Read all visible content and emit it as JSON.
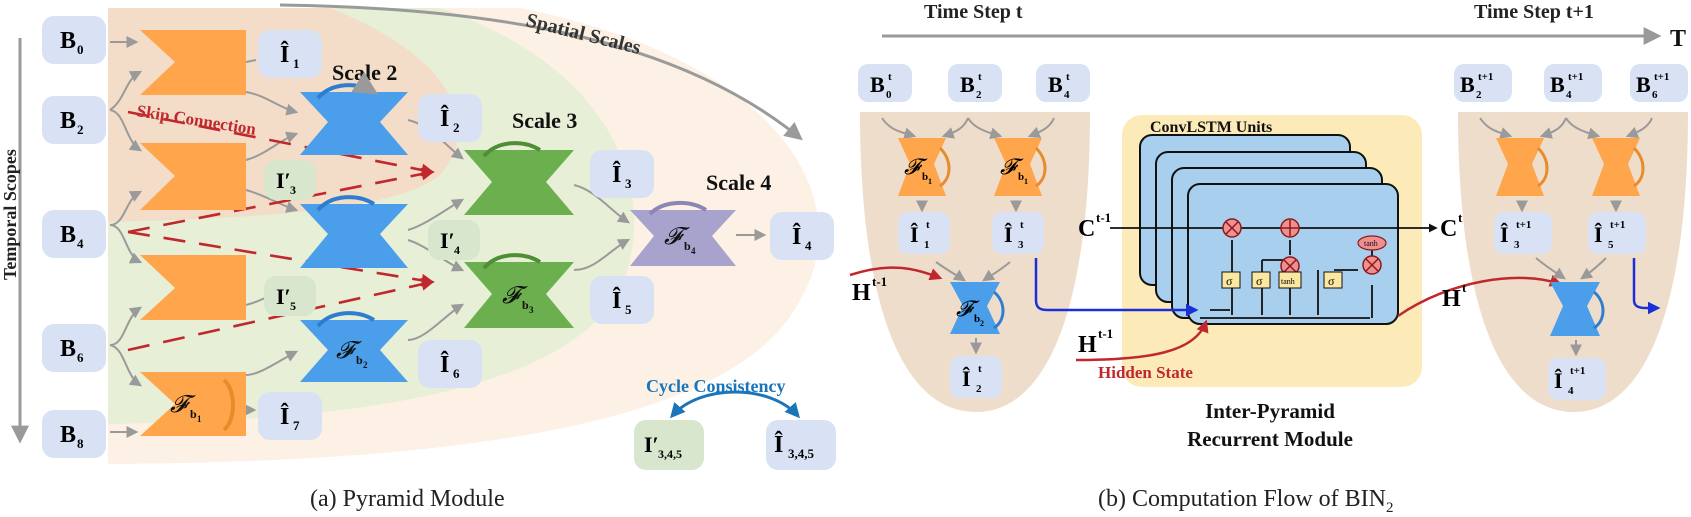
{
  "panel_a": {
    "caption": "(a) Pyramid Module",
    "axis_spatial": "Spatial Scales",
    "axis_temporal": "Temporal Scopes",
    "skip_connection": "Skip Connection",
    "scales": [
      "Scale 2",
      "Scale 3",
      "Scale 4"
    ],
    "inputs": [
      "B",
      "B",
      "B",
      "B",
      "B"
    ],
    "input_subs": [
      "0",
      "2",
      "4",
      "6",
      "8"
    ],
    "outputs": [
      "Î",
      "Î",
      "Î",
      "Î",
      "Î",
      "Î",
      "Î",
      "Î"
    ],
    "output_subs": [
      "1",
      "2",
      "3",
      "4",
      "5",
      "6",
      "7",
      "3,4,5"
    ],
    "intermediates": [
      "I′",
      "I′",
      "I′",
      "I′"
    ],
    "intermediate_subs": [
      "3",
      "4",
      "5",
      "3,4,5"
    ],
    "blocks": [
      "𝓕",
      "𝓕",
      "𝓕",
      "𝓕"
    ],
    "block_subs": [
      "b",
      "b",
      "b",
      "b"
    ],
    "block_subsubs": [
      "1",
      "2",
      "3",
      "4"
    ],
    "cycle_consistency": "Cycle Consistency"
  },
  "panel_b": {
    "caption_prefix": "(b) Computation Flow of BIN",
    "caption_sub": "2",
    "time_step_t": "Time Step t",
    "time_step_t1": "Time Step t+1",
    "time_axis": "T",
    "convlstm": "ConvLSTM Units",
    "module_title_1": "Inter-Pyramid",
    "module_title_2": "Recurrent Module",
    "hidden_state": "Hidden State",
    "c_prev": "C",
    "c_prev_sup": "t-1",
    "c_next": "C",
    "c_next_sup": "t",
    "h_prev": "H",
    "h_prev_sup": "t-1",
    "h_prev2": "H",
    "h_prev2_sup": "t-1",
    "h_next": "H",
    "h_next_sup": "t",
    "inputs_t": [
      "B",
      "B",
      "B"
    ],
    "inputs_t_subs": [
      "0",
      "2",
      "4"
    ],
    "inputs_t_sup": "t",
    "inputs_t1": [
      "B",
      "B",
      "B"
    ],
    "inputs_t1_subs": [
      "2",
      "4",
      "6"
    ],
    "inputs_t1_sup": "t+1",
    "outputs_t": [
      "Î",
      "Î",
      "Î"
    ],
    "outputs_t_subs": [
      "1",
      "3",
      "2"
    ],
    "outputs_t_sup": "t",
    "outputs_t1": [
      "Î",
      "Î",
      "Î"
    ],
    "outputs_t1_subs": [
      "3",
      "5",
      "4"
    ],
    "outputs_t1_sup": "t+1",
    "blocks": [
      "𝓕",
      "𝓕",
      "𝓕"
    ],
    "block_subs": [
      "b",
      "b",
      "b"
    ],
    "block_subsubs": [
      "1",
      "1",
      "2"
    ],
    "gates": [
      "σ",
      "σ",
      "tanh",
      "σ",
      "tanh"
    ]
  },
  "colors": {
    "orange": "#FFA64D",
    "blue": "#4A9EEA",
    "green": "#6BAF4E",
    "purple": "#A7A3CC",
    "node_bg": "#D8E2F4",
    "inter_bg": "#D8E6CE",
    "red": "#C0282E",
    "cycle_blue": "#1B75BB",
    "lstm_blue": "#A9CFEE",
    "module_yellow": "#FCEBB9",
    "pyramid_tan": "#EFDDCB"
  }
}
